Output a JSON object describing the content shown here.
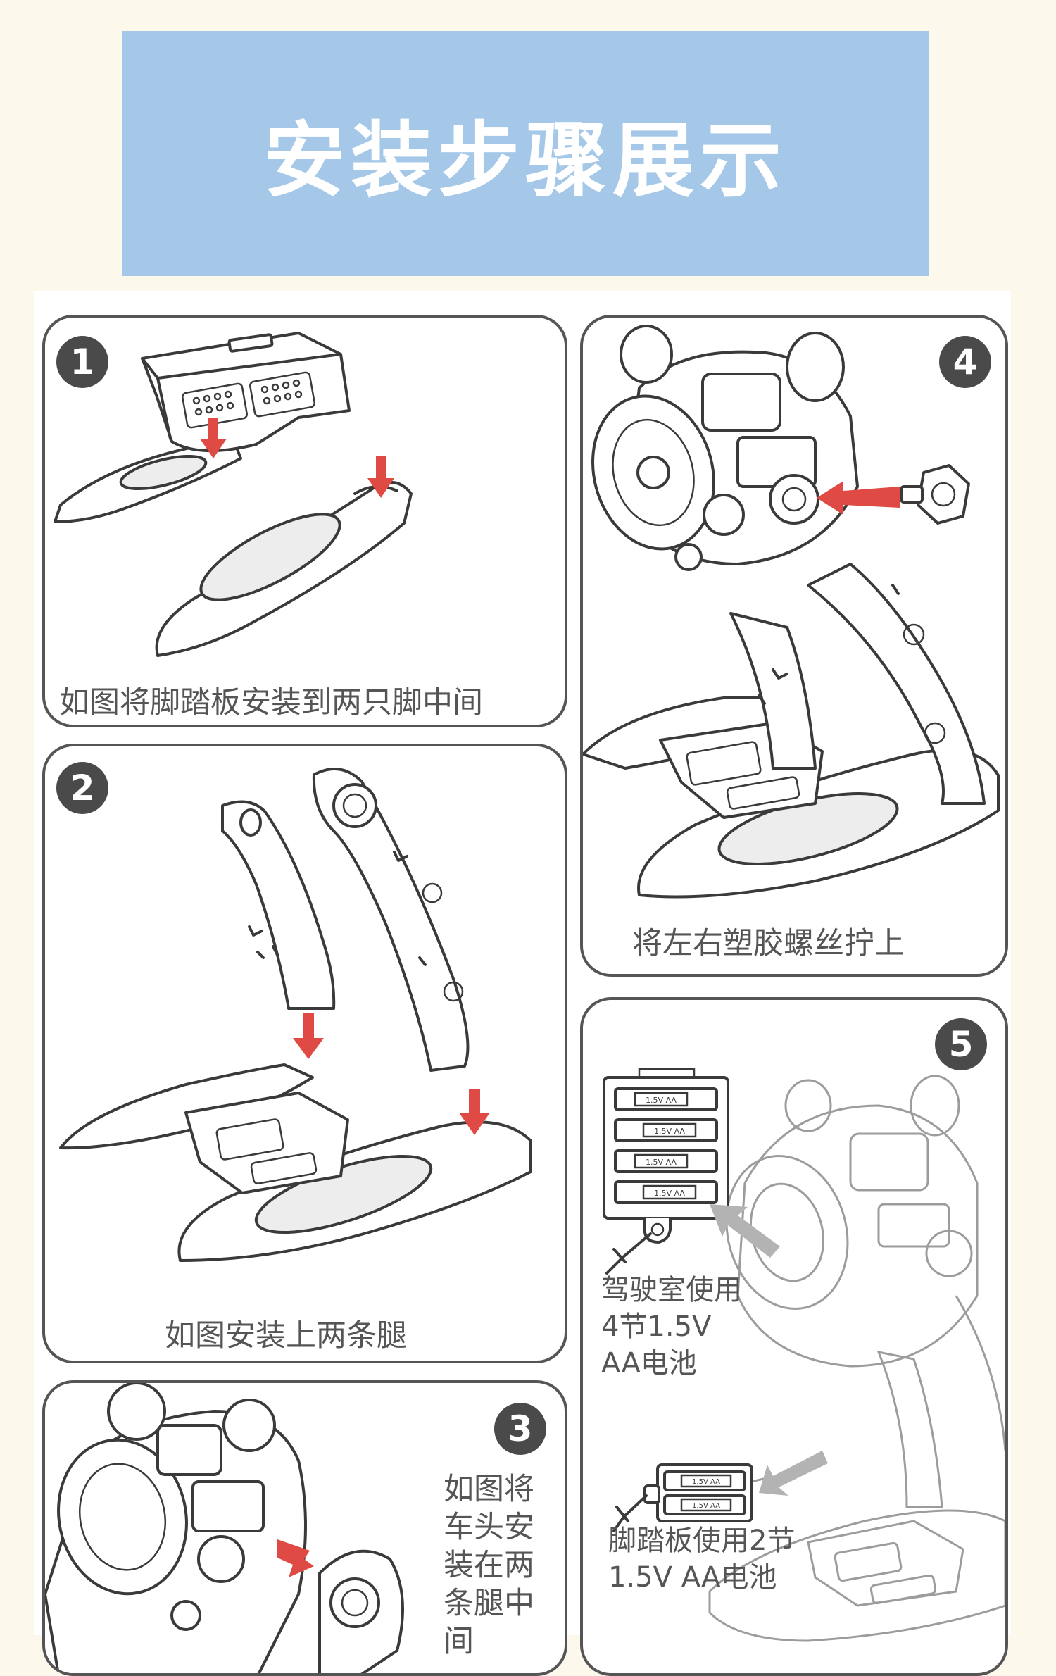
{
  "header": {
    "title": "安装步骤展示"
  },
  "steps": [
    {
      "number": "1",
      "caption": "如图将脚踏板安装到两只脚中间"
    },
    {
      "number": "2",
      "caption": "如图安装上两条腿"
    },
    {
      "number": "3",
      "caption_lines": [
        "如图将",
        "车头安",
        "装在两",
        "条腿中",
        "间"
      ]
    },
    {
      "number": "4",
      "caption": "将左右塑胶螺丝拧上"
    },
    {
      "number": "5",
      "note_cockpit": [
        "驾驶室使用",
        "4节1.5V",
        "AA电池"
      ],
      "note_pedal": [
        "脚踏板使用2节",
        "1.5V AA电池"
      ],
      "battery_label": "1.5V AA"
    }
  ],
  "colors": {
    "banner": "#a5c8e8",
    "arrow_red": "#e04a44",
    "arrow_grey": "#b3b3b3",
    "badge": "#4a4a4a"
  },
  "icons": [
    "arrow-down-icon",
    "arrow-right-icon",
    "battery-icon",
    "screwdriver-icon"
  ]
}
